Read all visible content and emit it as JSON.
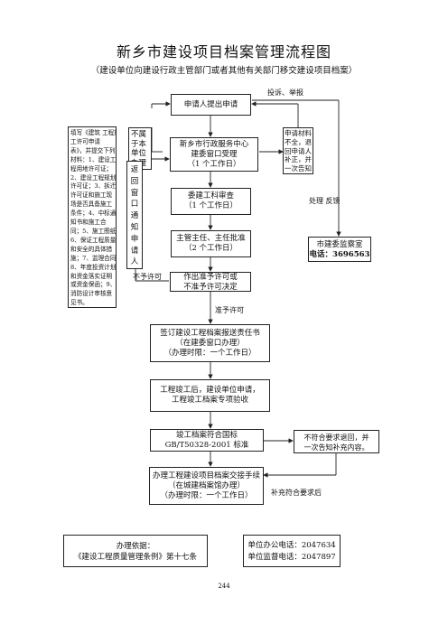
{
  "title": "新乡市建设项目档案管理流程图",
  "subtitle": "（建设单位向建设行政主管部门或者其他有关部门移交建设项目档案）",
  "nodes": {
    "apply": [
      "申请人提出申请"
    ],
    "center": [
      "新乡市行政服务中心",
      "建委窗口受理",
      "（1 个工作日）"
    ],
    "review": [
      "委建工科审查",
      "（1 个工作日）"
    ],
    "approve": [
      "主管主任、主任批准",
      "（2 个工作日）"
    ],
    "decision": [
      "作出准予许可或",
      "不准予许可决定"
    ],
    "sign": [
      "签订建设工程档案报送责任书",
      "（在建委窗口办理）",
      "（办理时限：一个工作日）"
    ],
    "completion": [
      "工程竣工后，建设单位申请，",
      "工程竣工档案专项验收"
    ],
    "standard": [
      "竣工档案符合国标",
      "GB/T50328-2001 标准"
    ],
    "handover": [
      "办理工程建设项目档案交接手续",
      "（在城建档案馆办理）",
      "（办理时限：一个工作日）"
    ],
    "not_belong": [
      "不属",
      "于本",
      "单位",
      "办理"
    ],
    "incomplete": [
      "申请材料",
      "不全，退",
      "回申请人",
      "补正，并",
      "一次告知"
    ],
    "supervision": [
      "市建委监察室",
      "电话：3696563"
    ],
    "not_meet": [
      "不符合要求退回，并",
      "一次告知补充内容。"
    ],
    "basis": [
      "办理依据：",
      "《建设工程质量管理条例》第十七条"
    ],
    "phones": [
      "单位办公电话：2047634",
      "单位监督电话：2047897"
    ]
  },
  "materials_lines": [
    "填写《建筑 工程施",
    "工许可申请",
    "表》，并提交下列",
    "材料：1、建设工",
    "程用地许可证；",
    "2、建设工程规划",
    "许可证；3、拆迁",
    "许可证和施工现",
    "场是否具备施工",
    "条件；4、中标通",
    "知书和施工合",
    "同；5、施工图纸；",
    "6、保证工程质量",
    "和安全的具体措",
    "施；7、监理合同；",
    "8、年度投资计划",
    "和资金落实证明",
    "或资金保函；9、",
    "消防设计审核意",
    "见书。"
  ],
  "vertical_return": [
    "返",
    "回",
    "窗",
    "口",
    "通",
    "知",
    "申",
    "请",
    "人"
  ],
  "labels": {
    "complaint": "投诉、举报",
    "feedback": "处理  反馈",
    "not_permit": "不予许可",
    "permit": "准予许可",
    "after_supplement": "补充符合要求后"
  },
  "page_number": "244"
}
